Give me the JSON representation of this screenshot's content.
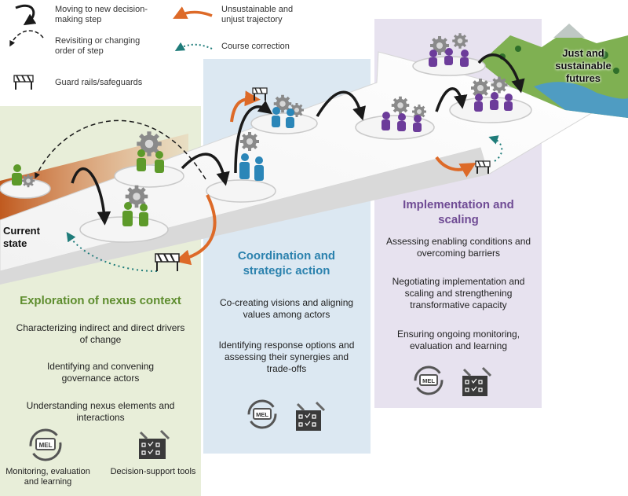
{
  "legend": {
    "moving": "Moving to new decision-making step",
    "revisiting": "Revisiting or changing order of step",
    "guardrails": "Guard rails/safeguards",
    "unsustainable": "Unsustainable and unjust trajectory",
    "course": "Course correction"
  },
  "endpoints": {
    "current": "Current state",
    "future": "Just and sustainable futures"
  },
  "stage1": {
    "title": "Exploration of nexus context",
    "items": [
      "Characterizing indirect and direct drivers of change",
      "Identifying and convening governance actors",
      "Understanding nexus elements and interactions"
    ],
    "tool_mel": "Monitoring, evaluation and learning",
    "tool_dst": "Decision-support tools"
  },
  "stage2": {
    "title": "Coordination and strategic action",
    "items": [
      "Co-creating visions and aligning values among actors",
      "Identifying response options and assessing their synergies and trade-offs"
    ]
  },
  "stage3": {
    "title": "Implementation and scaling",
    "items": [
      "Assessing enabling conditions and overcoming barriers",
      "Negotiating implementation and scaling and strengthening transformative capacity",
      "Ensuring ongoing monitoring, evaluation and learning"
    ]
  },
  "icons": {
    "mel_text": "MEL"
  },
  "colors": {
    "stage1_bg": "#e7edd8",
    "stage2_bg": "#dbe8f2",
    "stage3_bg": "#e6e1ee",
    "stage1_title": "#5e8d2e",
    "stage2_title": "#2c82ae",
    "stage3_title": "#6f4b94",
    "people1": "#5d9a2a",
    "people2": "#2b86b8",
    "people3": "#6c3c9a",
    "orange": "#dd6a28",
    "teal": "#1f7c7a"
  }
}
